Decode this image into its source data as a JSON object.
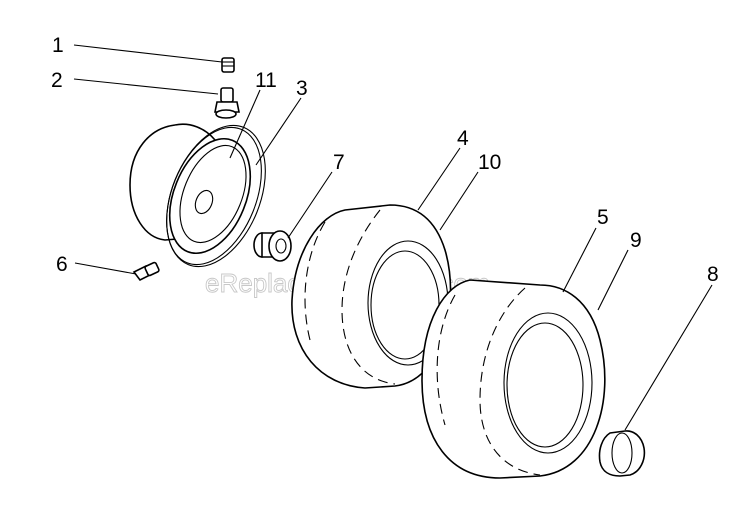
{
  "callouts": [
    {
      "id": "1",
      "label": "1"
    },
    {
      "id": "2",
      "label": "2"
    },
    {
      "id": "11",
      "label": "11"
    },
    {
      "id": "3",
      "label": "3"
    },
    {
      "id": "7",
      "label": "7"
    },
    {
      "id": "4",
      "label": "4"
    },
    {
      "id": "10",
      "label": "10"
    },
    {
      "id": "5",
      "label": "5"
    },
    {
      "id": "9",
      "label": "9"
    },
    {
      "id": "6",
      "label": "6"
    },
    {
      "id": "8",
      "label": "8"
    }
  ],
  "watermark": "eReplacementParts.com"
}
